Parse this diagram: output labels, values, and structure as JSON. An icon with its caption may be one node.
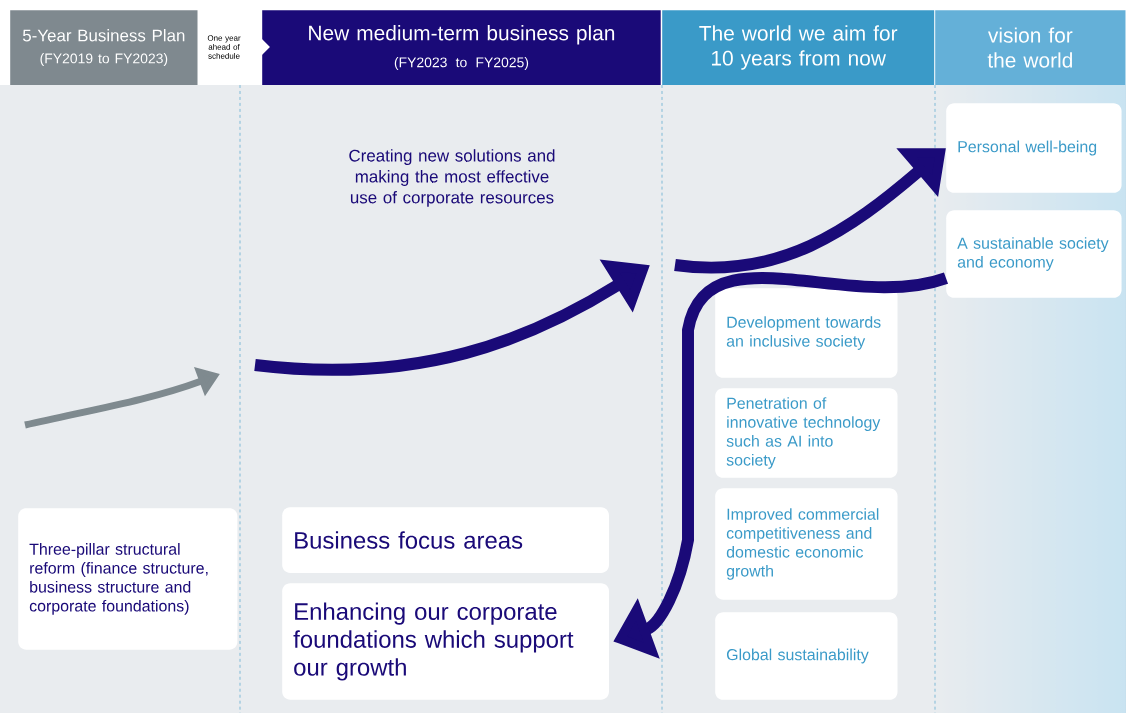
{
  "diagram": {
    "nodes": [
      {
        "text": [
          "5-Year Business Plan",
          "(FY2019 to FY2023)"
        ]
      },
      {
        "text": [
          "One year ahead of schedule"
        ]
      },
      {
        "text": [
          "New medium-term business plan",
          "(FY2023 to FY2025)"
        ]
      },
      {
        "text": [
          "The world we aim for 10 years from now"
        ]
      },
      {
        "text": [
          "vision for the world"
        ]
      },
      {
        "text": [
          "Three-pillar structural reform (finance structure, business structure and corporate foundations)"
        ]
      },
      {
        "text": [
          "Business focus areas"
        ]
      },
      {
        "text": [
          "Enhancing our corporate foundations which support our growth"
        ]
      },
      {
        "text": [
          "Development towards an inclusive society"
        ]
      },
      {
        "text": [
          "Penetration of innovative technology such as AI into society"
        ]
      },
      {
        "text": [
          "Improved commercial competitiveness and domestic economic growth"
        ]
      },
      {
        "text": [
          "Global sustainability"
        ]
      },
      {
        "text": [
          "Personal well-being"
        ]
      },
      {
        "text": [
          "A sustainable society and economy"
        ]
      }
    ],
    "edges": [
      {
        "from": null,
        "to": 12,
        "arrow": "to"
      },
      {
        "from": 13,
        "to": 7,
        "arrow": "to"
      }
    ],
    "labels": [
      "Creating new solutions and making the most effective use of corporate resources"
    ]
  }
}
